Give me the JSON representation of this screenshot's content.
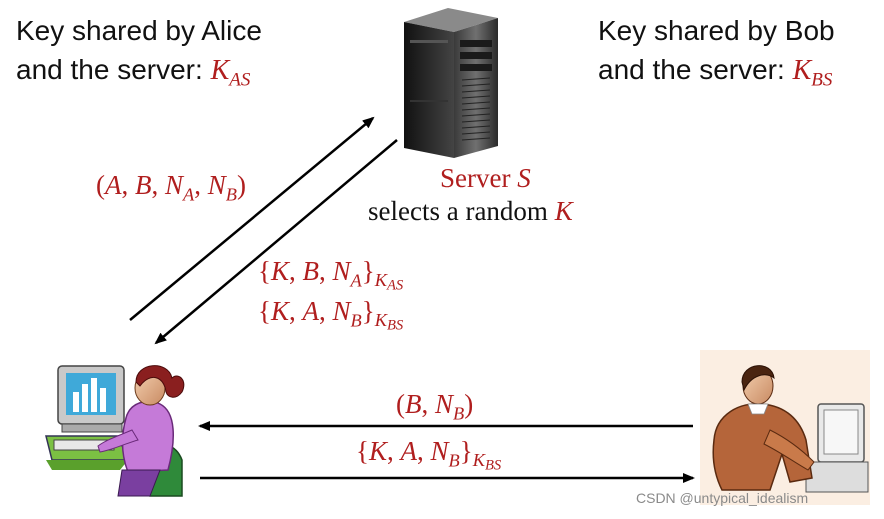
{
  "alice_key": {
    "line1": "Key shared by Alice",
    "line2": "and the server: ",
    "sym": "K",
    "sub": "AS"
  },
  "bob_key": {
    "line1": "Key shared by Bob",
    "line2": "and the server: ",
    "sym": "K",
    "sub": "BS"
  },
  "server": {
    "label": "Server ",
    "sym": "S",
    "action": "selects a random ",
    "action_sym": "K"
  },
  "messages": {
    "m1": {
      "open": "(",
      "a": "A",
      "c1": ", ",
      "b": "B",
      "c2": ", ",
      "na": "N",
      "na_sub": "A",
      "c3": ", ",
      "nb": "N",
      "nb_sub": "B",
      "close": ")"
    },
    "m2": {
      "open": "{",
      "k": "K",
      "c1": ", ",
      "b": "B",
      "c2": ", ",
      "n": "N",
      "n_sub": "A",
      "close": "}",
      "key": "K",
      "key_sub": "AS"
    },
    "m3": {
      "open": "{",
      "k": "K",
      "c1": ", ",
      "a": "A",
      "c2": ", ",
      "n": "N",
      "n_sub": "B",
      "close": "}",
      "key": "K",
      "key_sub": "BS"
    },
    "m4": {
      "open": "(",
      "b": "B",
      "c1": ", ",
      "n": "N",
      "n_sub": "B",
      "close": ")"
    },
    "m5": {
      "open": "{",
      "k": "K",
      "c1": ", ",
      "a": "A",
      "c2": ", ",
      "n": "N",
      "n_sub": "B",
      "close": "}",
      "key": "K",
      "key_sub": "BS"
    }
  },
  "watermark": "CSDN @untypical_idealism",
  "colors": {
    "accent": "#b01e1e",
    "text": "#111111"
  }
}
